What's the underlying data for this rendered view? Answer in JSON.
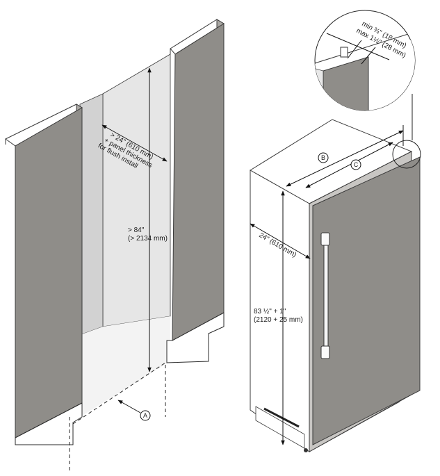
{
  "labels": {
    "opening_width_line1": "> 24\" (610 mm)",
    "opening_width_line2": "+ panel thickness",
    "opening_width_line3": "for flush install",
    "opening_height_line1": "> 84\"",
    "opening_height_line2": "(> 2134 mm)",
    "unit_depth": "24\" (610 mm)",
    "unit_height_line1": "83 ½\" + 1\"",
    "unit_height_line2": "(2120 + 25 mm)",
    "gap_min": "min ¾\" (18 mm)",
    "gap_max": "max 1⅛\" (28 mm)"
  },
  "callouts": {
    "a": "A",
    "b": "B",
    "c": "C"
  },
  "icons": [
    "arrow-icon",
    "magnifier-circle-icon"
  ]
}
